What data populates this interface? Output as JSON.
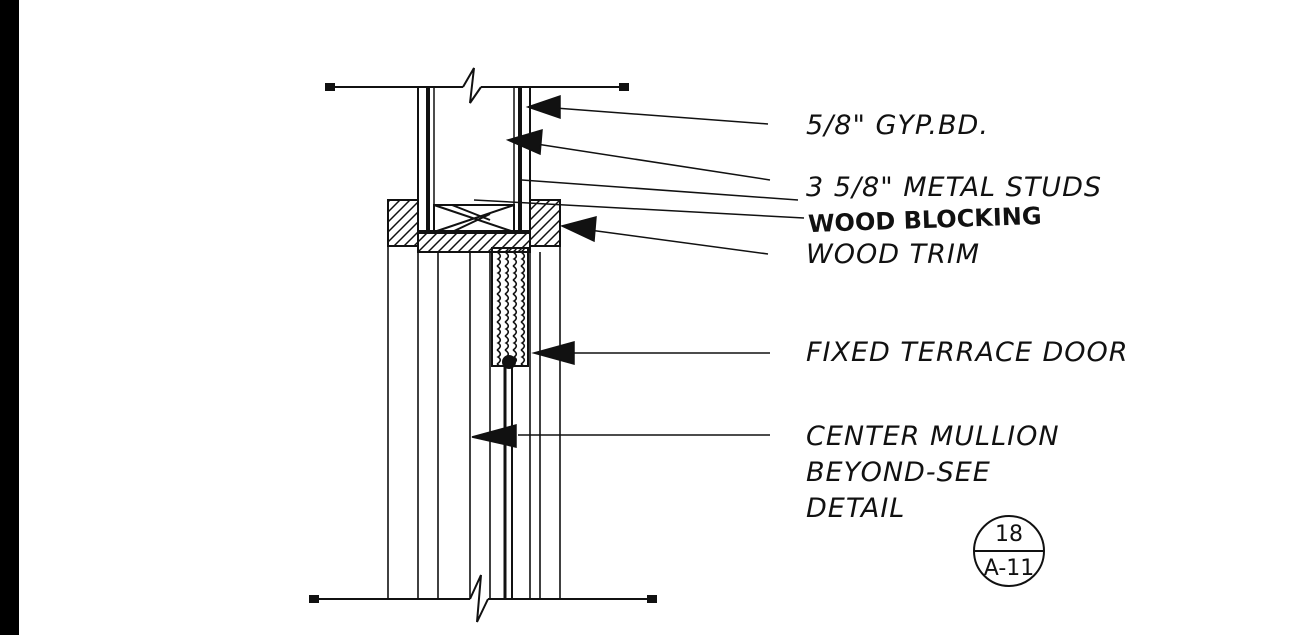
{
  "labels": {
    "gyp_board": "5/8\" GYP.BD.",
    "metal_studs": "3 5/8\" METAL STUDS",
    "wood_blocking": "WOOD BLOCKING",
    "wood_trim": "WOOD TRIM",
    "terrace_door": "FIXED TERRACE DOOR",
    "mullion_line1": "CENTER MULLION",
    "mullion_line2": "BEYOND-SEE",
    "mullion_line3": "DETAIL"
  },
  "detail_tag": {
    "number": "18",
    "sheet": "A-11"
  },
  "colors": {
    "ink": "#111111",
    "paper": "#ffffff",
    "border": "#000000"
  }
}
